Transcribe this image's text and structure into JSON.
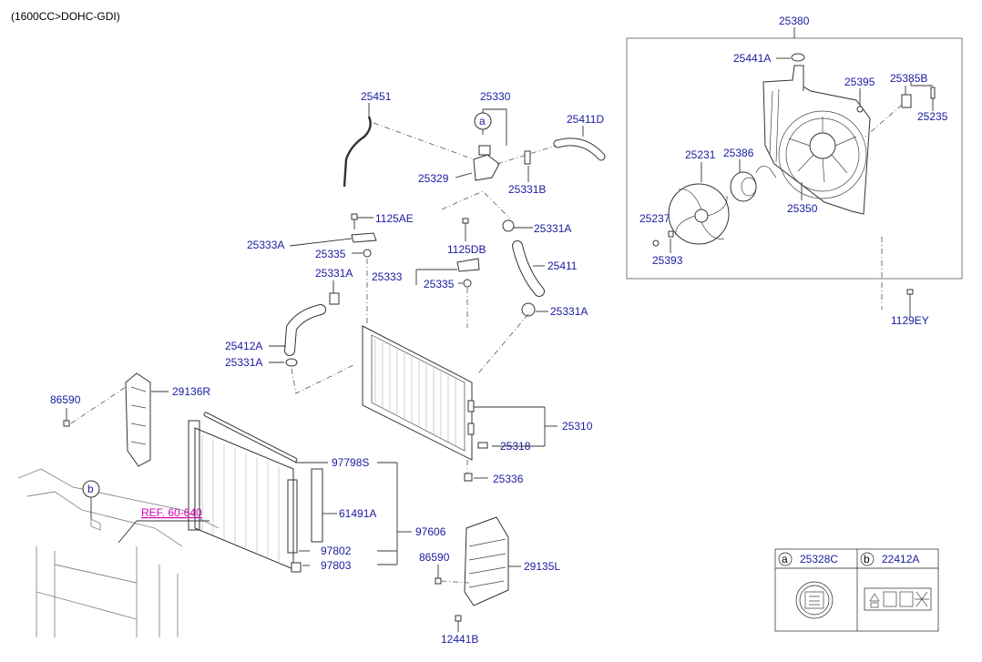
{
  "header": "(1600CC>DOHC-GDI)",
  "parts": {
    "p25380": "25380",
    "p25441A": "25441A",
    "p25395": "25395",
    "p25385B": "25385B",
    "p25235": "25235",
    "p25231": "25231",
    "p25386": "25386",
    "p25237": "25237",
    "p25350": "25350",
    "p25393": "25393",
    "p1129EY": "1129EY",
    "p25451": "25451",
    "p25330": "25330",
    "p25411D": "25411D",
    "p25329": "25329",
    "p25331B": "25331B",
    "p1125AE": "1125AE",
    "p25333A": "25333A",
    "p25335a": "25335",
    "p1125DB": "1125DB",
    "p25331A_a": "25331A",
    "p25331A_b": "25331A",
    "p25333": "25333",
    "p25411": "25411",
    "p25335b": "25335",
    "p25331A_c": "25331A",
    "p25412A": "25412A",
    "p25331A_d": "25331A",
    "p86590a": "86590",
    "p29136R": "29136R",
    "p25310": "25310",
    "p25318": "25318",
    "p25336": "25336",
    "p97798S": "97798S",
    "p61491A": "61491A",
    "p97606": "97606",
    "p97802": "97802",
    "p97803": "97803",
    "p86590b": "86590",
    "p29135L": "29135L",
    "p12441B": "12441B"
  },
  "callouts": {
    "a": "a",
    "b": "b"
  },
  "reference": "REF. 60-640",
  "legend": {
    "a_label": "a",
    "a_part": "25328C",
    "b_label": "b",
    "b_part": "22412A"
  }
}
